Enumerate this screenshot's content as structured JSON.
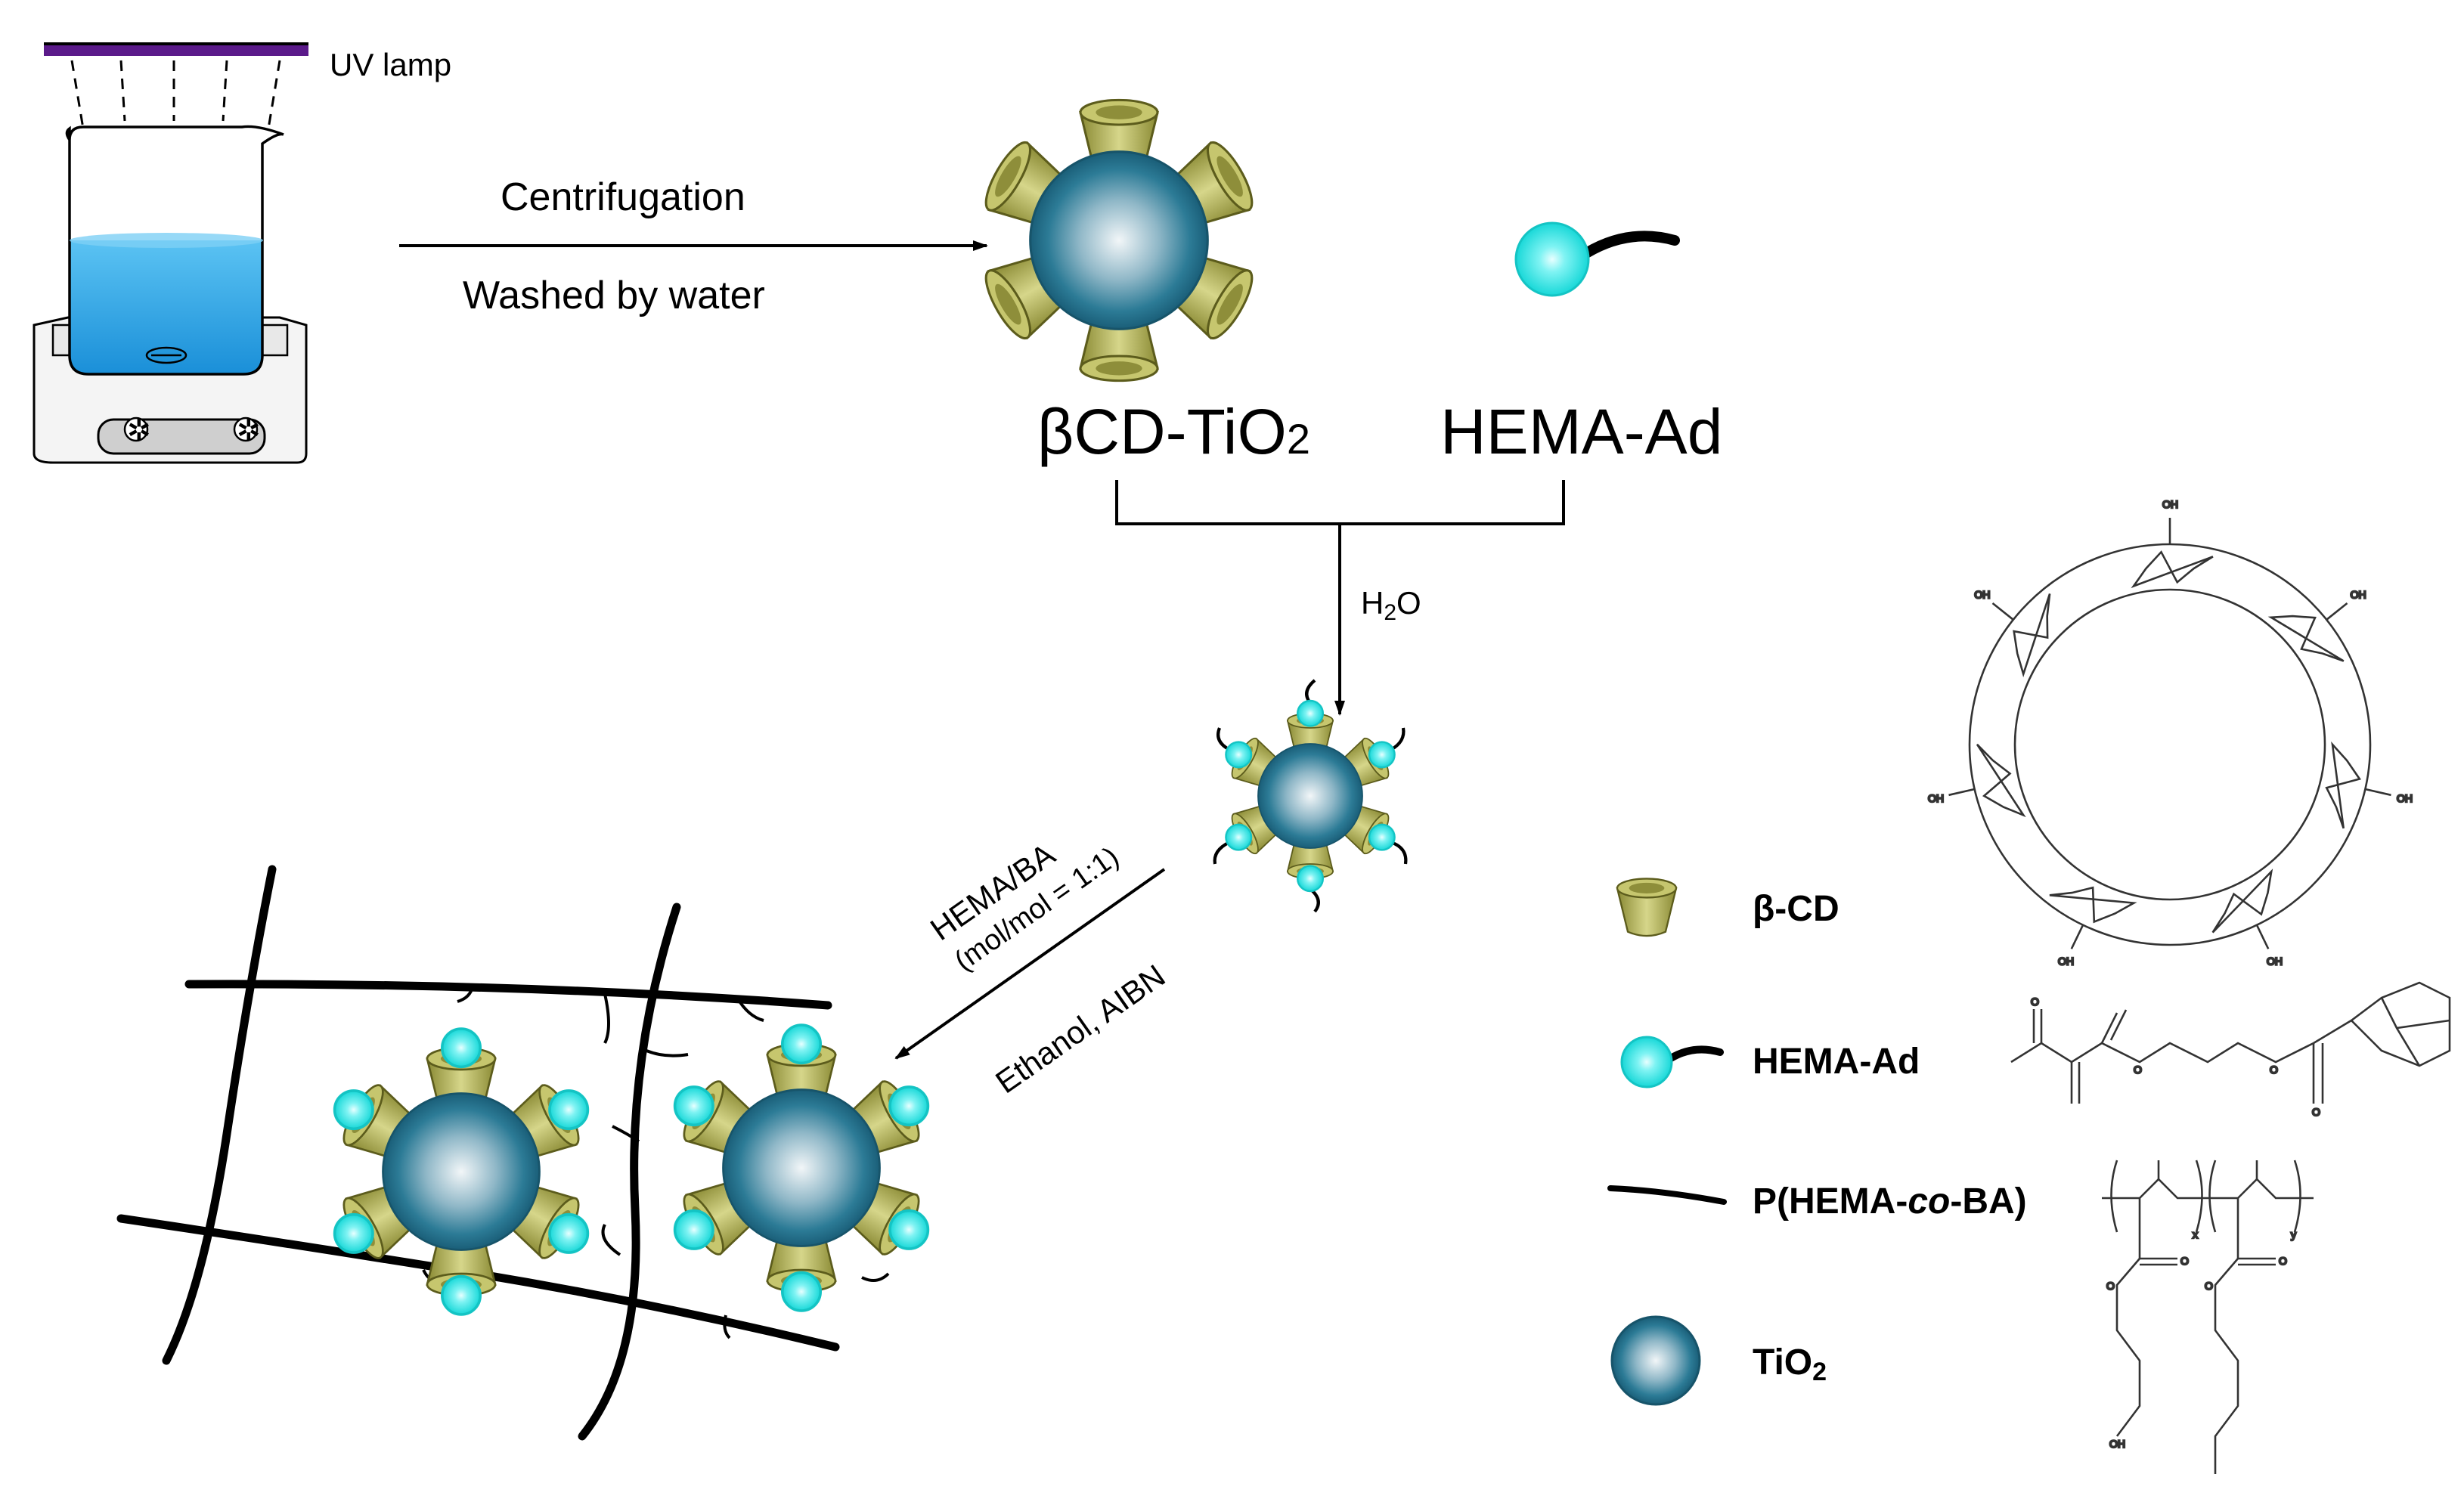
{
  "labels": {
    "uv_lamp": "UV lamp",
    "step1_top": "Centrifugation",
    "step1_bottom": "Washed by water",
    "product1": "βCD-TiO",
    "product1_sub": "2",
    "reagent": "HEMA-Ad",
    "solvent": "H",
    "solvent_sub": "2",
    "solvent_tail": "O",
    "cond_line1": "HEMA/BA",
    "cond_line2": "(mol/mol = 1:1)",
    "cond_line3": "Ethanol, AIBN"
  },
  "legend": {
    "bcd": "β-CD",
    "hema_ad": "HEMA-Ad",
    "polymer_pre": "P(HEMA-",
    "polymer_co": "co",
    "polymer_post": "-BA)",
    "tio2": "TiO",
    "tio2_sub": "2"
  },
  "structure_text": {
    "oh": "OH",
    "o": "O",
    "x": "x",
    "y": "y"
  },
  "colors": {
    "uv_bar": "#5b1a8a",
    "water": "#2fa8e8",
    "cone_fill": "#b8b860",
    "cone_stroke": "#5c5c1c",
    "tio2": "#1f6f8c",
    "adamantane": "#3ee8e8",
    "line": "#000000"
  }
}
